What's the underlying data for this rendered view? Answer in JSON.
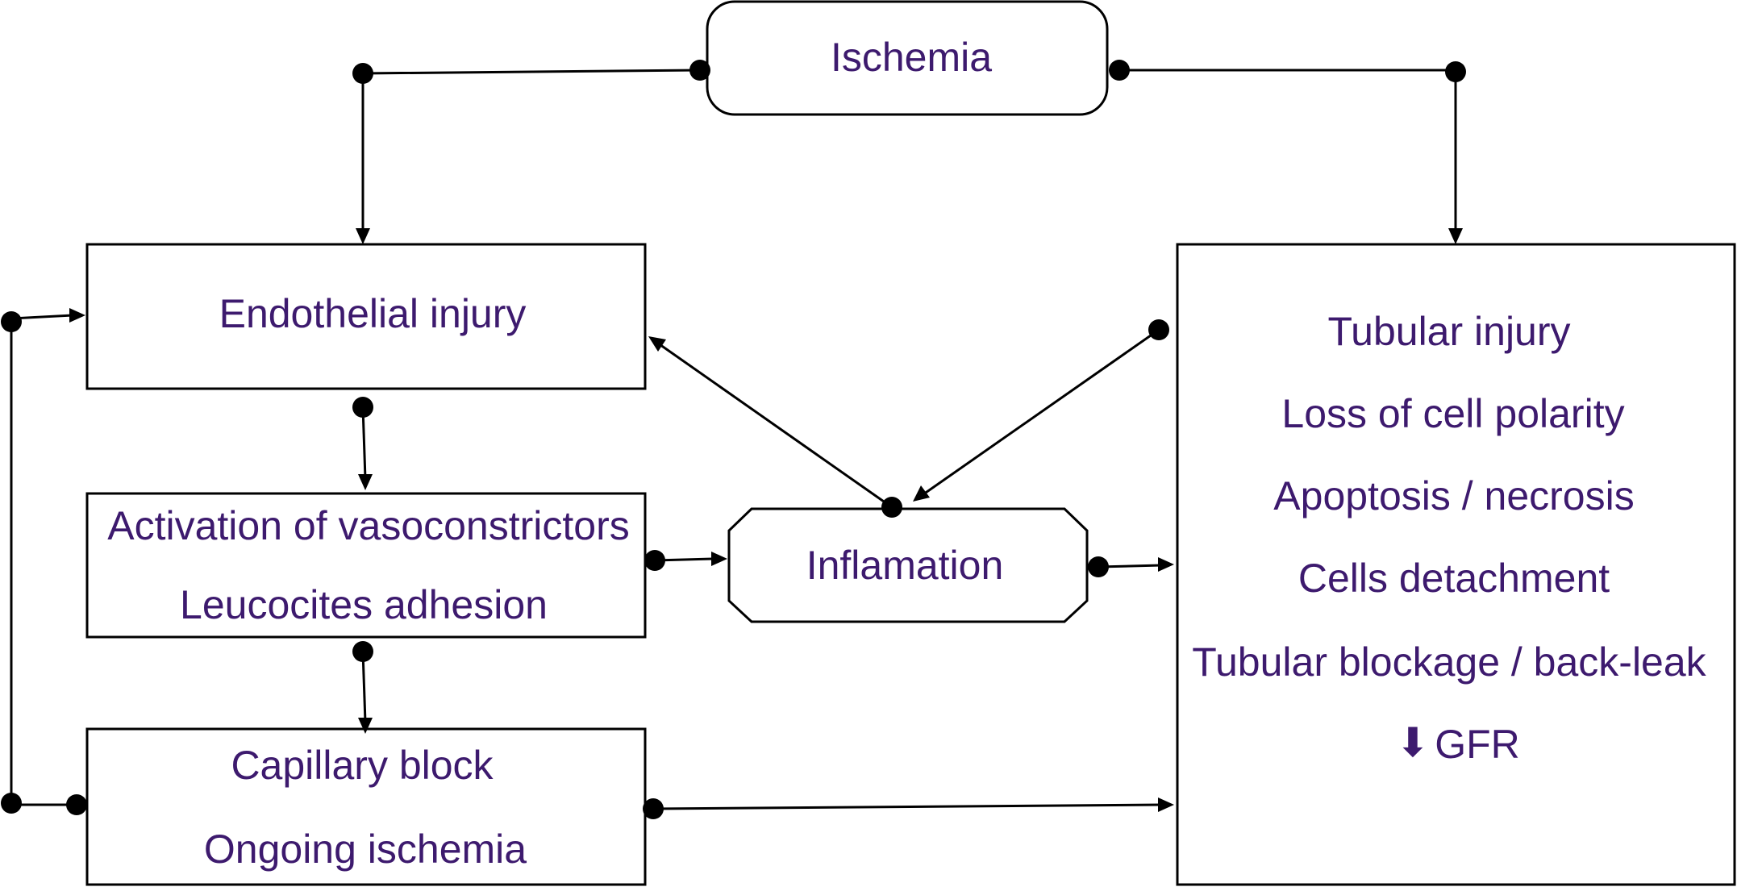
{
  "nodes": {
    "ischemia": {
      "label": "Ischemia"
    },
    "endothelial": {
      "label": "Endothelial injury"
    },
    "activation": {
      "lines": [
        "Activation of vasoconstrictors",
        "Leucocites adhesion"
      ]
    },
    "inflamation": {
      "label": "Inflamation"
    },
    "capillary": {
      "lines": [
        "Capillary block",
        "Ongoing ischemia"
      ]
    },
    "tubular": {
      "lines": [
        "Tubular injury",
        "Loss of cell polarity",
        "Apoptosis / necrosis",
        "Cells detachment",
        "Tubular blockage / back-leak"
      ],
      "gfr_arrow": "⬇",
      "gfr_label": "GFR"
    }
  },
  "colors": {
    "text": "#3d1a6e",
    "line": "#000000"
  }
}
